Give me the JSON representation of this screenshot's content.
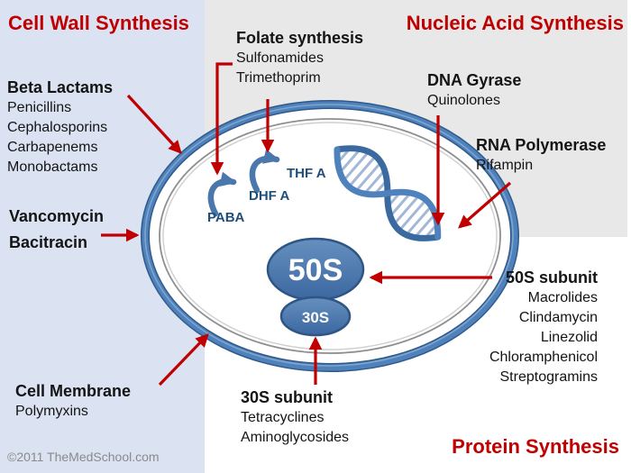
{
  "colors": {
    "accent_red": "#c00000",
    "panel_blue": "#dbe3f2",
    "panel_gray": "#e8e8e8",
    "cell_ring_blue": "#4f81bd",
    "pathway_text_blue": "#1f4e79"
  },
  "titles": {
    "cell_wall": "Cell Wall Synthesis",
    "nucleic_acid": "Nucleic Acid Synthesis",
    "protein": "Protein Synthesis"
  },
  "groups": {
    "beta_lactams": {
      "title": "Beta Lactams",
      "drugs": [
        "Penicillins",
        "Cephalosporins",
        "Carbapenems",
        "Monobactams"
      ]
    },
    "cell_wall_drugs": {
      "lines": [
        "Vancomycin",
        "Bacitracin"
      ]
    },
    "folate": {
      "title": "Folate synthesis",
      "drugs": [
        "Sulfonamides",
        "Trimethoprim"
      ]
    },
    "dna_gyrase": {
      "title": "DNA Gyrase",
      "drugs": [
        "Quinolones"
      ]
    },
    "rna_polymerase": {
      "title": "RNA Polymerase",
      "drugs": [
        "Rifampin"
      ]
    },
    "subunit_50s": {
      "title": "50S subunit",
      "drugs": [
        "Macrolides",
        "Clindamycin",
        "Linezolid",
        "Chloramphenicol",
        "Streptogramins"
      ]
    },
    "subunit_30s": {
      "title": "30S subunit",
      "drugs": [
        "Tetracyclines",
        "Aminoglycosides"
      ]
    },
    "cell_membrane": {
      "title": "Cell Membrane",
      "drugs": [
        "Polymyxins"
      ]
    }
  },
  "cell": {
    "pathway": [
      "PABA",
      "DHF A",
      "THF A"
    ],
    "ribosome_large": "50S",
    "ribosome_small": "30S"
  },
  "footer": {
    "copyright": "©2011 TheMedSchool.com"
  }
}
